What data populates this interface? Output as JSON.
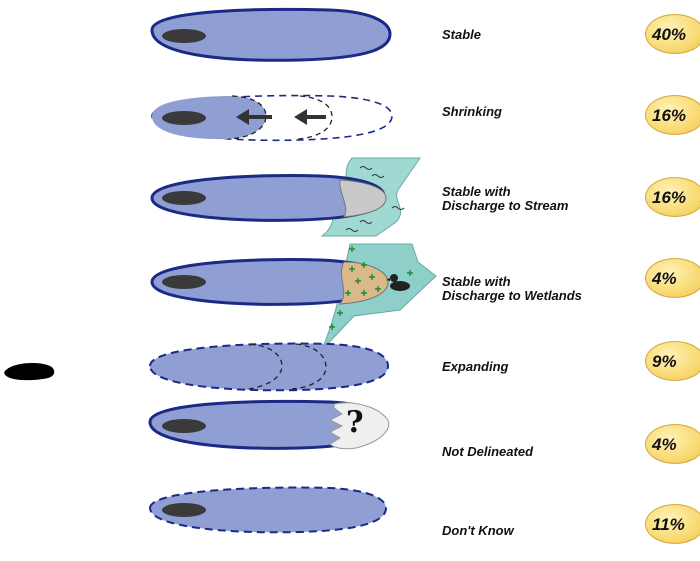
{
  "categories": [
    {
      "label": "Stable",
      "percent": "40%"
    },
    {
      "label": "Shrinking",
      "percent": "16%"
    },
    {
      "label": [
        "Stable with",
        "Discharge to Stream"
      ],
      "percent": "16%"
    },
    {
      "label": [
        "Stable with",
        "Discharge to Wetlands"
      ],
      "percent": "4%"
    },
    {
      "label": "Expanding",
      "percent": "9%"
    },
    {
      "label": "Not Delineated",
      "percent": "4%"
    },
    {
      "label": "Don't Know",
      "percent": "11%"
    }
  ],
  "colors": {
    "plume_fill": "#8f9fd4",
    "plume_outline": "#1b2a86",
    "source": "#3a3a3a",
    "stream_water": "#9fd9d2",
    "wetland_water": "#8fcfc9",
    "discharge_zone": "#c9c9c9",
    "percent_badge": "#f7d36d"
  },
  "icons": [
    "source-blob-icon",
    "arrow-left-icon",
    "question-mark-icon",
    "duck-icon",
    "wetland-plant-icon",
    "water-wave-icon"
  ]
}
